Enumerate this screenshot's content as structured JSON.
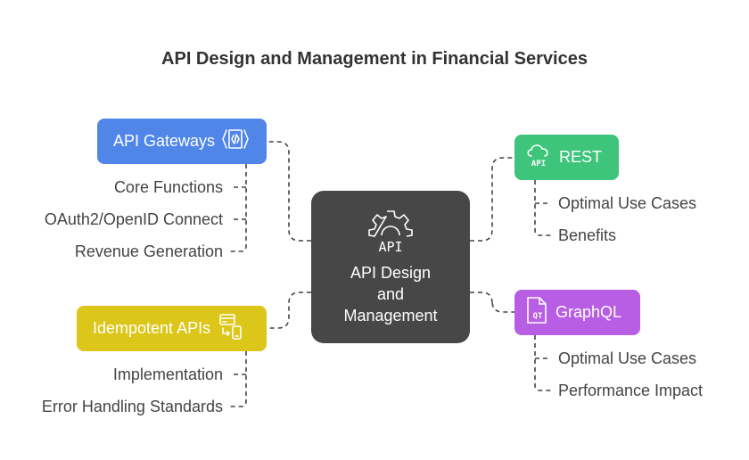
{
  "title": "API Design and Management in Financial Services",
  "center": {
    "lines": [
      "API Design",
      "and",
      "Management"
    ],
    "icon": "gear-api-icon"
  },
  "branches": {
    "api_gateways": {
      "label": "API Gateways",
      "color": "#4f86e8",
      "icon": "code-gateway-icon",
      "items": [
        "Core Functions",
        "OAuth2/OpenID Connect",
        "Revenue Generation"
      ]
    },
    "idempotent_apis": {
      "label": "Idempotent APIs",
      "color": "#dcc61a",
      "icon": "card-mobile-transfer-icon",
      "items": [
        "Implementation",
        "Error Handling Standards"
      ]
    },
    "rest": {
      "label": "REST",
      "color": "#3ec47b",
      "icon": "cloud-api-icon",
      "items": [
        "Optimal Use Cases",
        "Benefits"
      ]
    },
    "graphql": {
      "label": "GraphQL",
      "color": "#b75ee4",
      "icon": "document-query-icon",
      "items": [
        "Optimal Use Cases",
        "Performance Impact"
      ]
    }
  }
}
